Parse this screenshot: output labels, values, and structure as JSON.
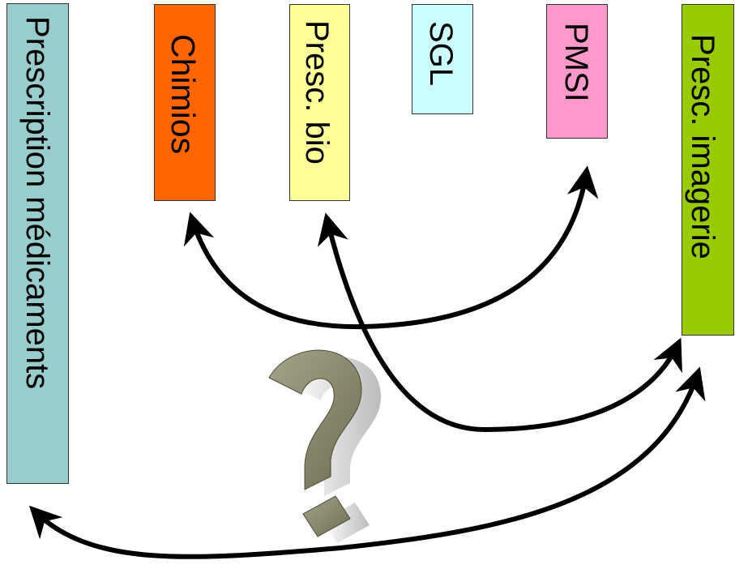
{
  "boxes": {
    "medicaments": {
      "label": "Prescription médicaments",
      "color": "#99cccc"
    },
    "chimios": {
      "label": "Chimios",
      "color": "#ff6600"
    },
    "bio": {
      "label": "Presc. bio",
      "color": "#ffff99"
    },
    "sgl": {
      "label": "SGL",
      "color": "#ccffff"
    },
    "pmsi": {
      "label": "PMSI",
      "color": "#ff99cc"
    },
    "imagerie": {
      "label": "Presc. imagerie",
      "color": "#99cc00"
    }
  },
  "decorations": {
    "question_mark_icon": "question-mark-3d-icon"
  }
}
